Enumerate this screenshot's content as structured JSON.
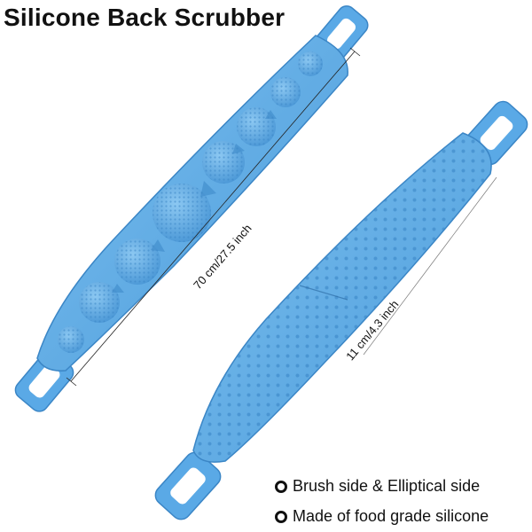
{
  "title": "Silicone Back Scrubber",
  "dimensions": {
    "length_label": "70 cm/27.5 inch",
    "width_label": "11 cm/4.3 inch"
  },
  "features": [
    "Brush side & Elliptical side",
    "Made of food grade silicone"
  ],
  "colors": {
    "silicone": "#5aa9e6",
    "silicone_dark": "#3b86c6",
    "silicone_light": "#8cc8f2",
    "text": "#111111"
  }
}
